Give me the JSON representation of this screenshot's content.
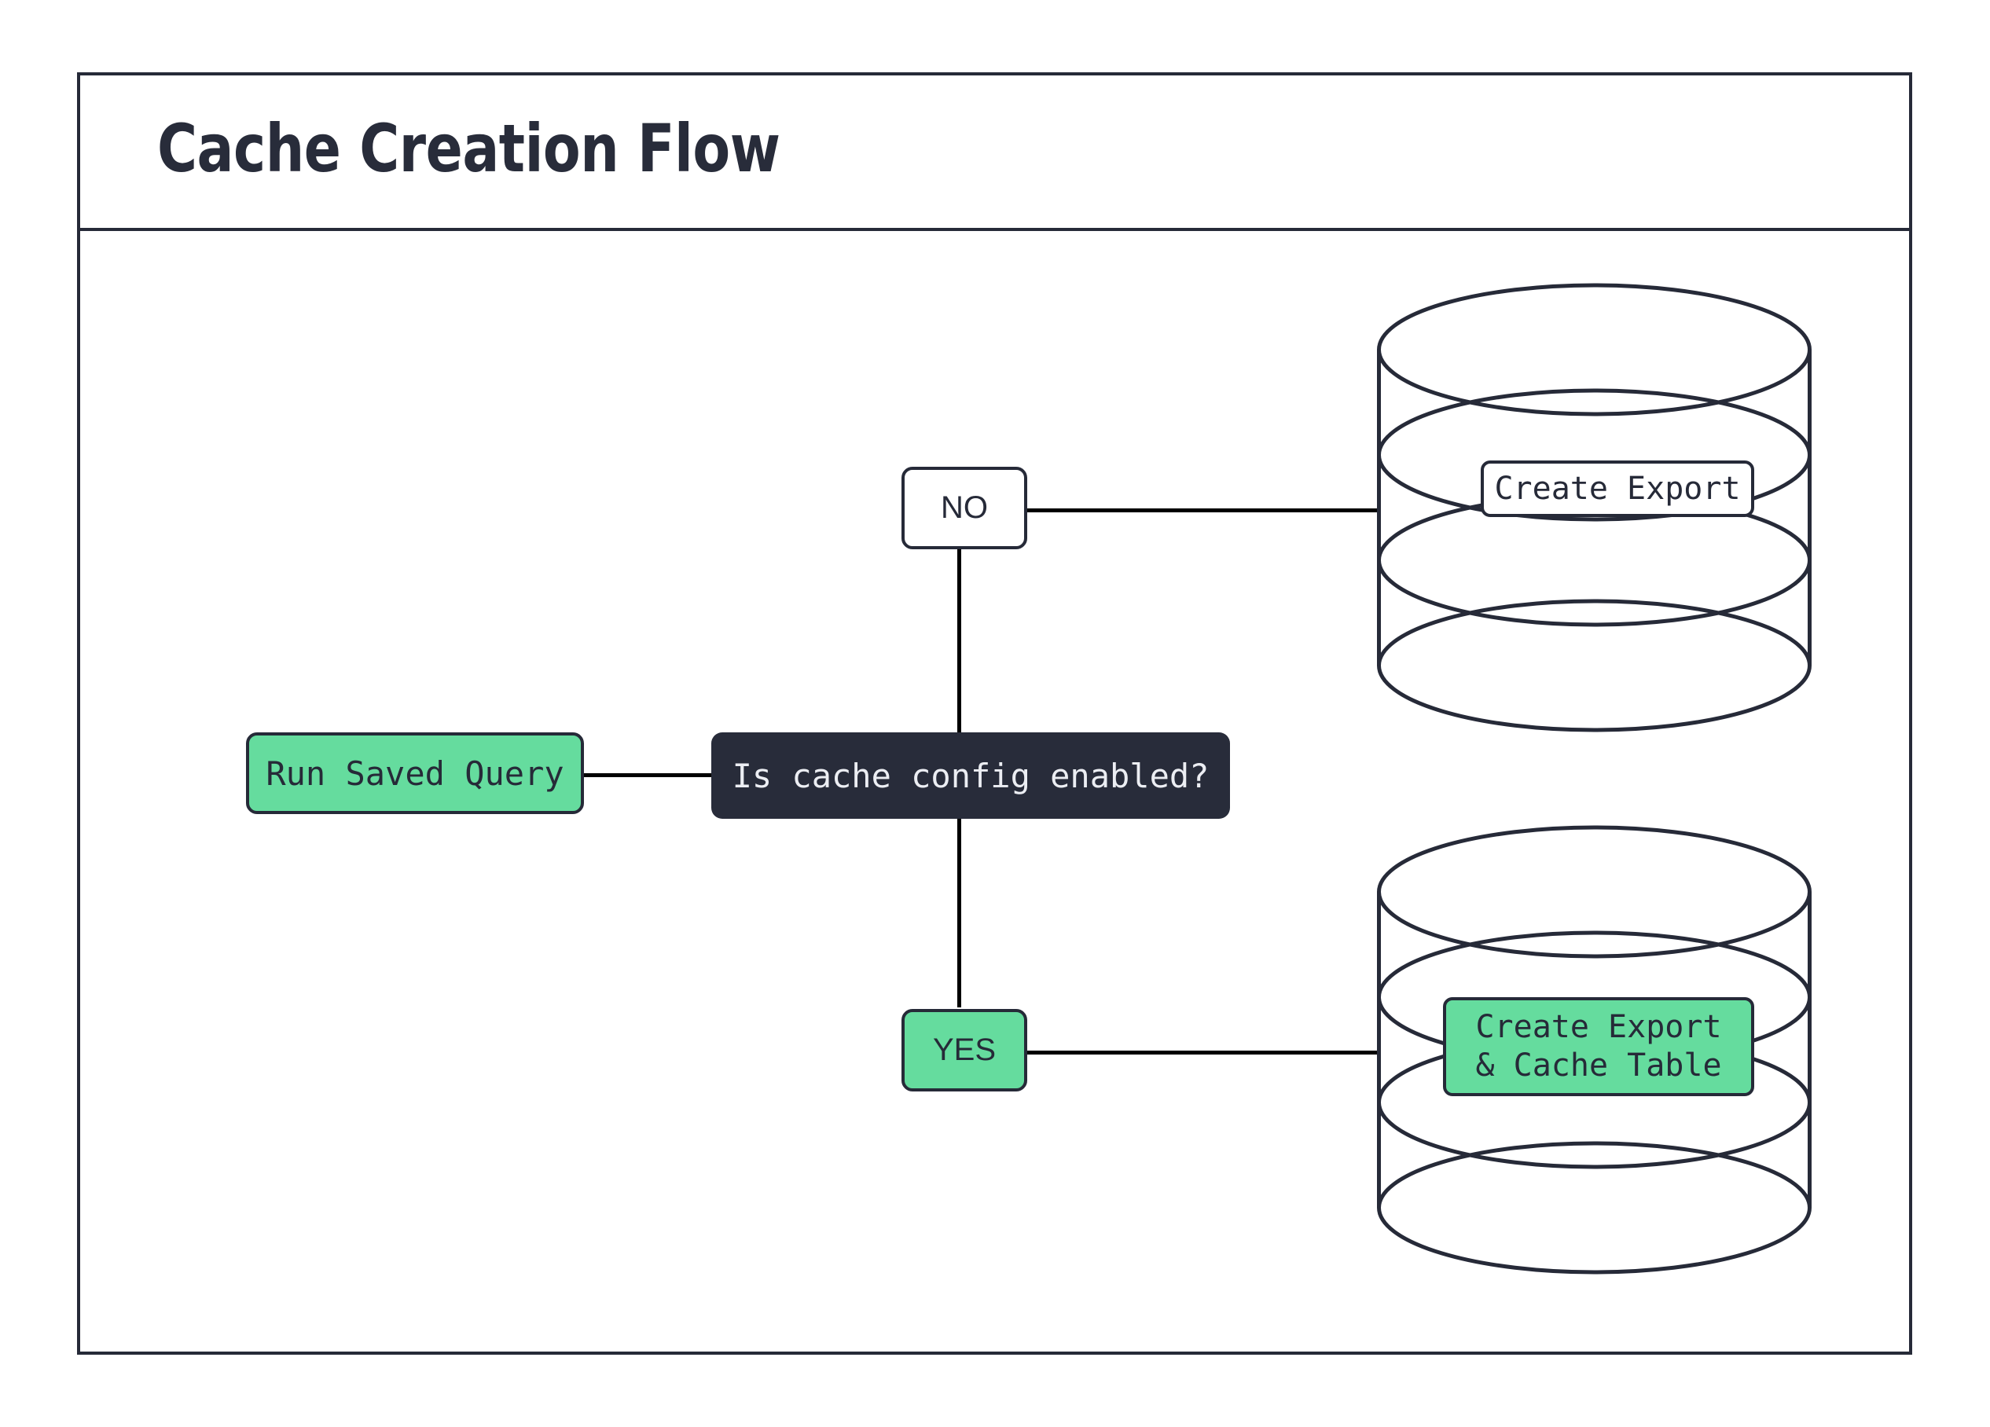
{
  "diagram": {
    "title": "Cache Creation Flow",
    "type": "flowchart",
    "accent_green": "#65dc9e",
    "dark_navy": "#282c3a",
    "frame_border": "#262a38",
    "background": "#ffffff",
    "nodes": [
      {
        "id": "run-saved-query",
        "label": "Run Saved Query",
        "shape": "rounded-rect",
        "style": "process-green"
      },
      {
        "id": "is-cache-config-enabled",
        "label": "Is cache config enabled?",
        "shape": "rounded-rect",
        "style": "decision-dark"
      },
      {
        "id": "branch-no",
        "label": "NO",
        "shape": "rounded-rect",
        "style": "label-white"
      },
      {
        "id": "branch-yes",
        "label": "YES",
        "shape": "rounded-rect",
        "style": "label-green"
      },
      {
        "id": "database-export",
        "label": "Create Export",
        "shape": "cylinder",
        "style": "database-white"
      },
      {
        "id": "database-export-cache",
        "label_line_1": "Create Export",
        "label_line_2": "& Cache Table",
        "shape": "cylinder",
        "style": "database-green"
      }
    ],
    "edges": [
      {
        "from": "run-saved-query",
        "to": "is-cache-config-enabled"
      },
      {
        "from": "is-cache-config-enabled",
        "to": "branch-no"
      },
      {
        "from": "is-cache-config-enabled",
        "to": "branch-yes"
      },
      {
        "from": "branch-no",
        "to": "database-export"
      },
      {
        "from": "branch-yes",
        "to": "database-export-cache"
      }
    ]
  }
}
